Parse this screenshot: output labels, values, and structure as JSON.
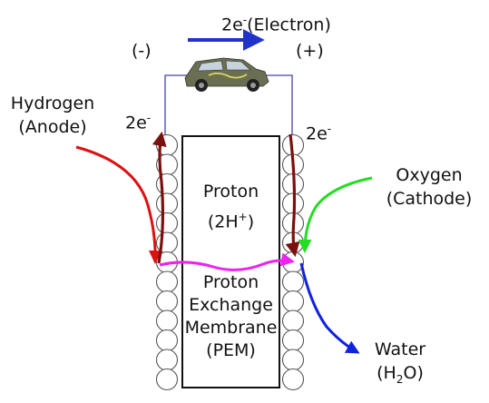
{
  "electron_flow": {
    "label_main": "2e",
    "label_sup": "-",
    "label_suffix": "(Electron)",
    "arrow_color": "#2233cc"
  },
  "terminals": {
    "negative": "(-)",
    "positive": "(+)"
  },
  "car": {
    "icon": "car-image",
    "body_color": "#6b6f52"
  },
  "anode": {
    "line1": "Hydrogen",
    "line2": "(Anode)",
    "arrow_color": "#dd1111"
  },
  "cathode": {
    "line1": "Oxygen",
    "line2": "(Cathode)",
    "arrow_color": "#22dd22"
  },
  "electrons": {
    "left_main": "2e",
    "left_sup": "-",
    "right_main": "2e",
    "right_sup": "-",
    "arrow_color": "#7a1010"
  },
  "proton": {
    "line1": "Proton",
    "line2_prefix": "(2H",
    "line2_sup": "+",
    "line2_suffix": ")"
  },
  "membrane": {
    "line1": "Proton",
    "line2": "Exchange",
    "line3": "Membrane",
    "line4": "(PEM)"
  },
  "proton_arrow_color": "#ee22ee",
  "water": {
    "line1": "Water",
    "line2_prefix": "(H",
    "line2_sub": "2",
    "line2_suffix": "O)",
    "arrow_color": "#1122dd"
  }
}
